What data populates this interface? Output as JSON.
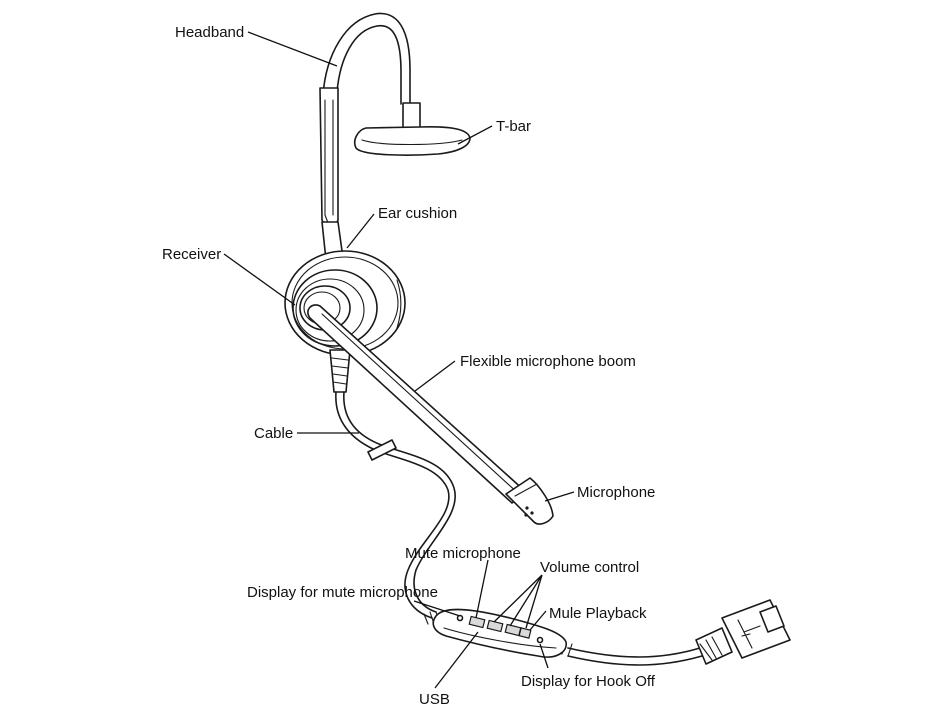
{
  "labels": {
    "headband": "Headband",
    "t_bar": "T-bar",
    "ear_cushion": "Ear cushion",
    "receiver": "Receiver",
    "boom": "Flexible microphone boom",
    "cable": "Cable",
    "microphone": "Microphone",
    "mute_microphone": "Mute microphone",
    "volume_control": "Volume control",
    "display_mute": "Display for mute microphone",
    "mule_playback": "Mule Playback",
    "usb": "USB",
    "display_hook_off": "Display for Hook Off"
  }
}
